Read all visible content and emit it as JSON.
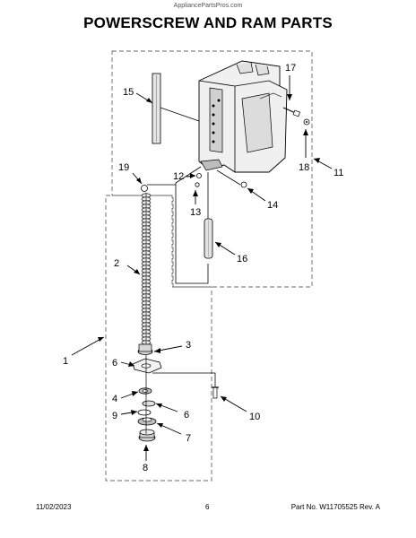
{
  "header": {
    "site": "AppliancePartsPros.com",
    "title": "POWERSCREW AND RAM PARTS"
  },
  "callouts": {
    "c1": "1",
    "c2": "2",
    "c3": "3",
    "c4": "4",
    "c6a": "6",
    "c6b": "6",
    "c7": "7",
    "c8": "8",
    "c9": "9",
    "c10": "10",
    "c11": "11",
    "c12": "12",
    "c13": "13",
    "c14": "14",
    "c15": "15",
    "c16": "16",
    "c17": "17",
    "c18": "18",
    "c19": "19"
  },
  "footer": {
    "date": "11/02/2023",
    "page": "6",
    "part_no": "Part No.  W11705525  Rev. A"
  }
}
